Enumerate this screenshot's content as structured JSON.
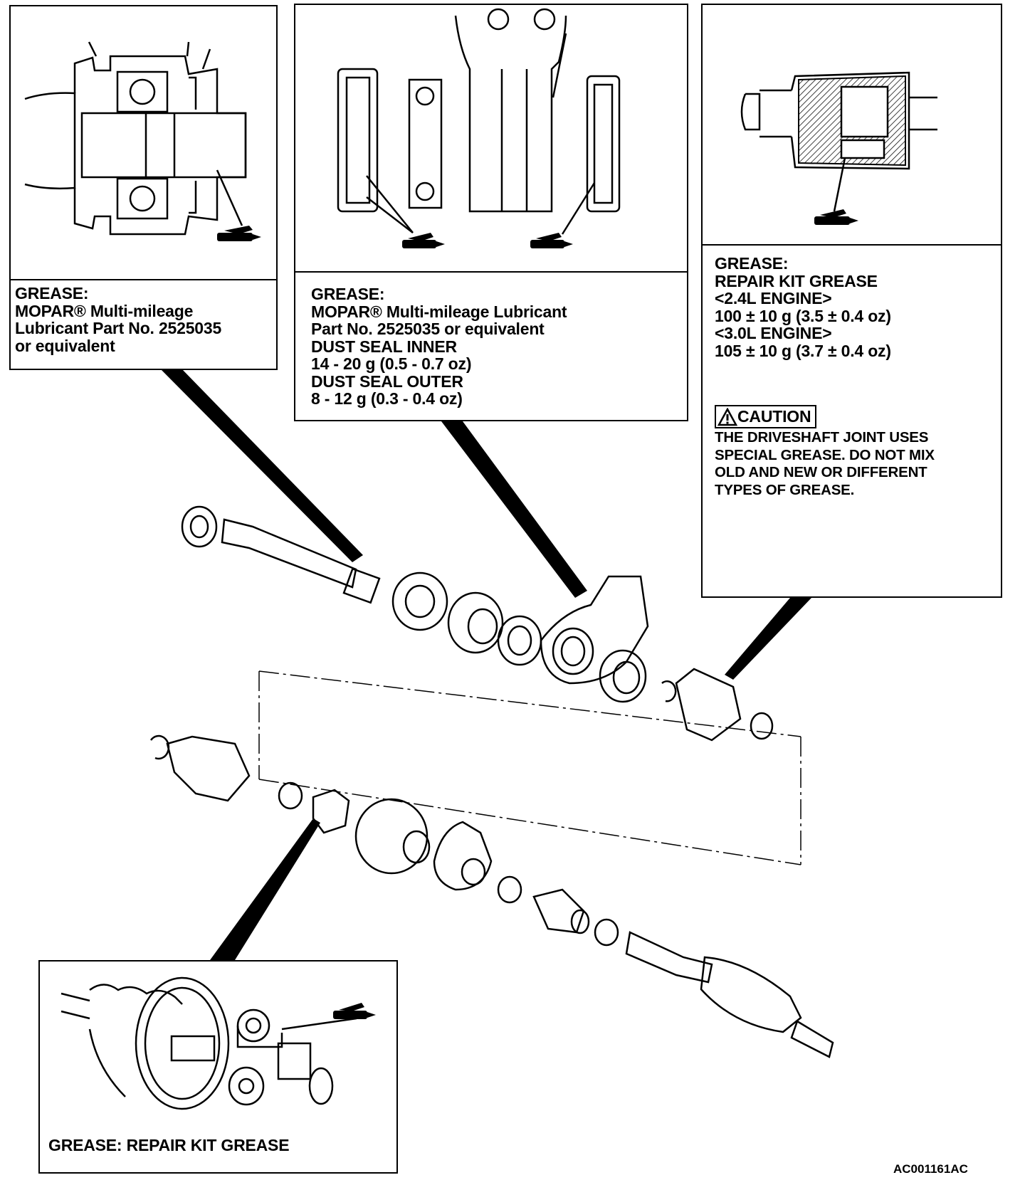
{
  "callouts": {
    "hub_bearing": {
      "lines": [
        "GREASE:",
        "MOPAR® Multi-mileage",
        "Lubricant Part No. 2525035",
        "or equivalent"
      ]
    },
    "dust_seal": {
      "lines": [
        "GREASE:",
        "MOPAR® Multi-mileage Lubricant",
        "Part No. 2525035 or equivalent",
        "DUST SEAL INNER",
        "14 - 20 g (0.5 - 0.7 oz)",
        "DUST SEAL OUTER",
        "8 - 12 g (0.3 - 0.4 oz)"
      ]
    },
    "outer_joint": {
      "lines": [
        "GREASE:",
        "REPAIR KIT GREASE",
        "<2.4L ENGINE>",
        "100 ± 10 g (3.5 ± 0.4 oz)",
        "<3.0L ENGINE>",
        "105 ± 10 g (3.7 ± 0.4 oz)"
      ],
      "caution_label": "CAUTION",
      "caution_lines": [
        "THE DRIVESHAFT JOINT USES",
        "SPECIAL GREASE. DO NOT MIX",
        "OLD AND NEW OR DIFFERENT",
        "TYPES OF GREASE."
      ]
    },
    "tripod_joint": {
      "text": "GREASE: REPAIR KIT GREASE"
    }
  },
  "figure_code": "AC001161AC"
}
